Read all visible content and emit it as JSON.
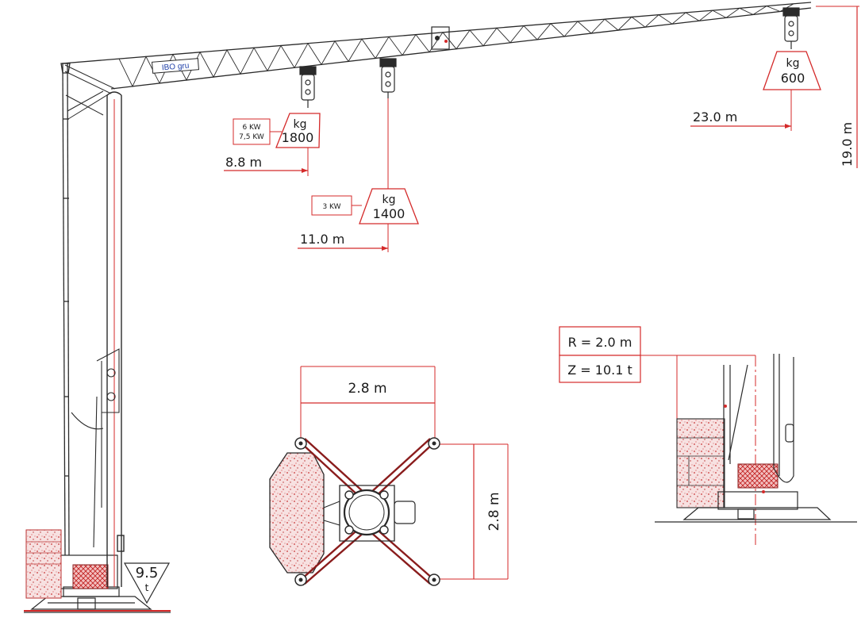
{
  "brand": {
    "boom_logo": "IBO gru"
  },
  "loads": [
    {
      "id": "load1",
      "unit": "kg",
      "weight": "1800",
      "radius": "8.8  m",
      "power_lines": [
        "6 KW",
        "7,5 KW"
      ]
    },
    {
      "id": "load2",
      "unit": "kg",
      "weight": "1400",
      "radius": "11.0  m",
      "power_lines": [
        "3 KW"
      ]
    },
    {
      "id": "load3",
      "unit": "kg",
      "weight": "600",
      "radius": "23.0 m",
      "power_lines": []
    }
  ],
  "dimensions": {
    "height": "19.0 m",
    "base_width": "2.8 m",
    "base_depth": "2.8 m"
  },
  "ballast": {
    "weight": "9.5",
    "unit": "t"
  },
  "counterweight": {
    "radius": "R = 2.0 m",
    "weight": "Z = 10.1 t"
  },
  "colors": {
    "accent": "#d42a2a",
    "line": "#2a2a2a",
    "ballast_fill": "#f6d8d8"
  }
}
